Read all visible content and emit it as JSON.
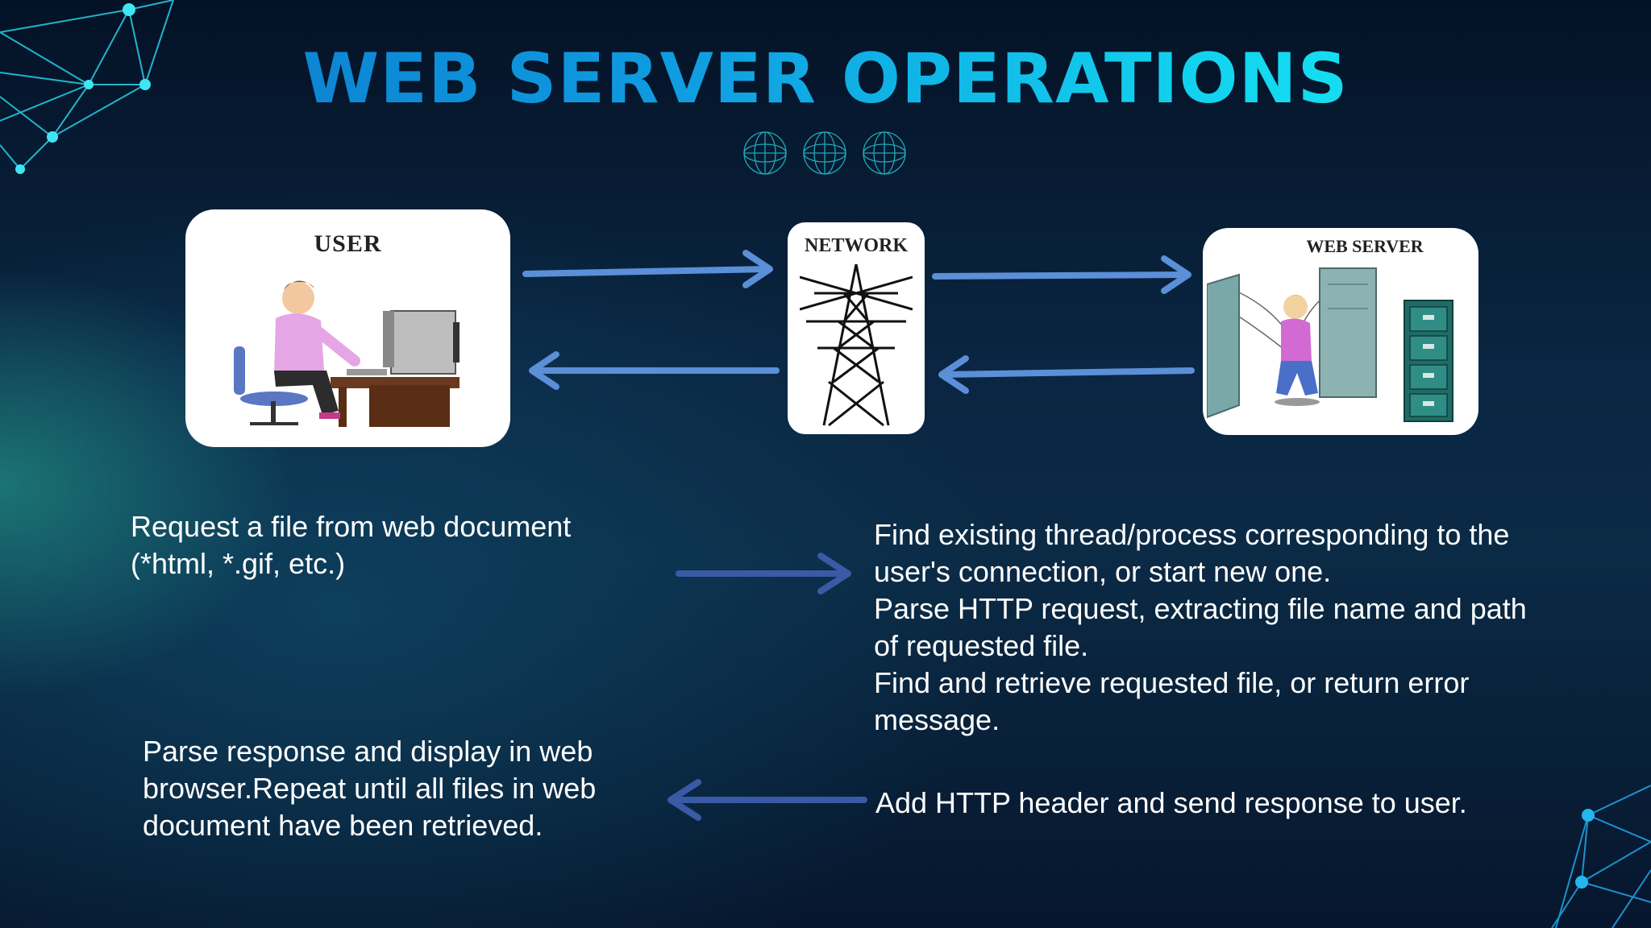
{
  "slide": {
    "title": "WEB SERVER OPERATIONS"
  },
  "diagram": {
    "user_label": "USER",
    "network_label": "NETWORK",
    "server_label": "WEB SERVER"
  },
  "steps": {
    "request_lines": [
      "Request a file from web document",
      "(*html, *.gif, etc.)"
    ],
    "server_lines": [
      "Find existing thread/process corresponding to the",
      "user's connection, or start new one.",
      "Parse HTTP request, extracting file name and path",
      "of requested file.",
      "Find and retrieve requested file, or return error",
      "message."
    ],
    "response_line": "Add HTTP header and send response to user.",
    "display_lines": [
      "Parse response and display in web",
      "browser.Repeat until all files in web",
      "document have been retrieved."
    ]
  },
  "colors": {
    "title_start": "#0b73c8",
    "title_end": "#1ff1f4",
    "arrow_light": "#5b8fd8",
    "arrow_dark": "#3a5aa6",
    "network_lines": "#25c6dc"
  }
}
